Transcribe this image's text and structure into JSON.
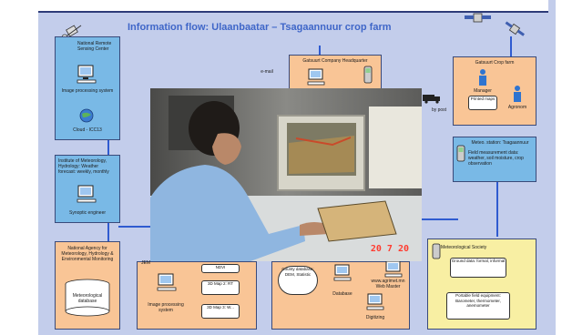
{
  "title": "Information flow: Ulaanbaatar – Tsagaannuur crop farm",
  "colors": {
    "panel": "#c3cdeb",
    "blue_box": "#79b9e6",
    "orange_box": "#f9c596",
    "yellow_box": "#f8efa3",
    "link": "#2f5bd0",
    "title": "#3f66c8"
  },
  "remote_sensing": {
    "name": "National Remote Sensing Center",
    "processing": "Image processing system",
    "cloud": "Cloud - ICC13"
  },
  "institute": {
    "name": "Institute of Meteorology, Hydrology: Weather forecast: weekly, monthly",
    "engineer": "Synoptic engineer"
  },
  "agency": {
    "name": "National Agency for Meteorology, Hydrology & Environmental Monitoring",
    "database": "Meteorological database"
  },
  "headquarter": {
    "name": "Gatsuurt Company Headquarter",
    "email": "e-mail"
  },
  "crop_farm": {
    "name": "Gatsuurt Crop farm",
    "manager": "Manager",
    "printed": "Printed maps",
    "agronom": "Agronom",
    "post": "by post"
  },
  "meteo_station": {
    "name": "Meteo. station: Tsagaannuur",
    "data": "Field measurement data: weather, soil moisture, crop observation"
  },
  "society": {
    "name": "Meteorological Society",
    "ground": "Ground data: formal, informal",
    "equipment": "Portable field equipment: Barometer, thermometer, anemometer"
  },
  "jem": {
    "name": "JEM",
    "ndvi": "NDVI",
    "map2": "3D Map 2: RT",
    "map3": "3D Map 3: W...",
    "processing": "Image processing system"
  },
  "center": {
    "county_db": "County database: DEM, Statistic",
    "database": "Database",
    "web": "www.agrimet.mn Web Master",
    "digitizing": "Digitizing"
  },
  "photo": {
    "timestamp": "20      7 20"
  }
}
